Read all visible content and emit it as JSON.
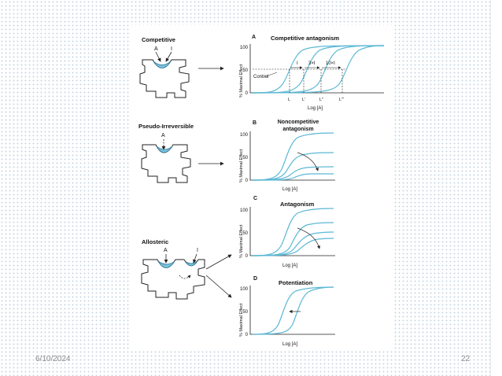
{
  "footer": {
    "date": "6/10/2024",
    "page_number": "22"
  },
  "colors": {
    "curve": "#5bb8d4",
    "site_fill": "#7ac3e0",
    "ink": "#222222"
  },
  "left_panels": {
    "competitive": {
      "title": "Competitive",
      "agonist": "A",
      "inhibitor": "I"
    },
    "pseudo": {
      "title": "Pseudo-Irreversible",
      "agonist": "A"
    },
    "allosteric": {
      "title": "Allosteric",
      "agonist": "A",
      "inhibitor": "I"
    }
  },
  "graphs": {
    "A": {
      "letter": "A",
      "title": "Competitive antagonism",
      "ylabel": "% Maximal Effect",
      "xlabel": "Log [A]",
      "yticks": [
        "100",
        "50",
        "0"
      ],
      "annotations": {
        "control": "Control",
        "i1": "I",
        "i3": "3×I",
        "i10": "10×I"
      },
      "xticks": [
        "L",
        "L'",
        "L''",
        "L'''"
      ]
    },
    "B": {
      "letter": "B",
      "title_line1": "Noncompetitive",
      "title_line2": "antagonism",
      "ylabel": "% Maximal Effect",
      "xlabel": "Log [A]",
      "yticks": [
        "100",
        "50",
        "0"
      ]
    },
    "C": {
      "letter": "C",
      "title": "Antagonism",
      "ylabel": "% Maximal Effect",
      "xlabel": "Log [A]",
      "yticks": [
        "100",
        "50",
        "0"
      ]
    },
    "D": {
      "letter": "D",
      "title": "Potentiation",
      "ylabel": "% Maximal Effect",
      "xlabel": "Log [A]",
      "yticks": [
        "100",
        "50",
        "0"
      ]
    }
  }
}
